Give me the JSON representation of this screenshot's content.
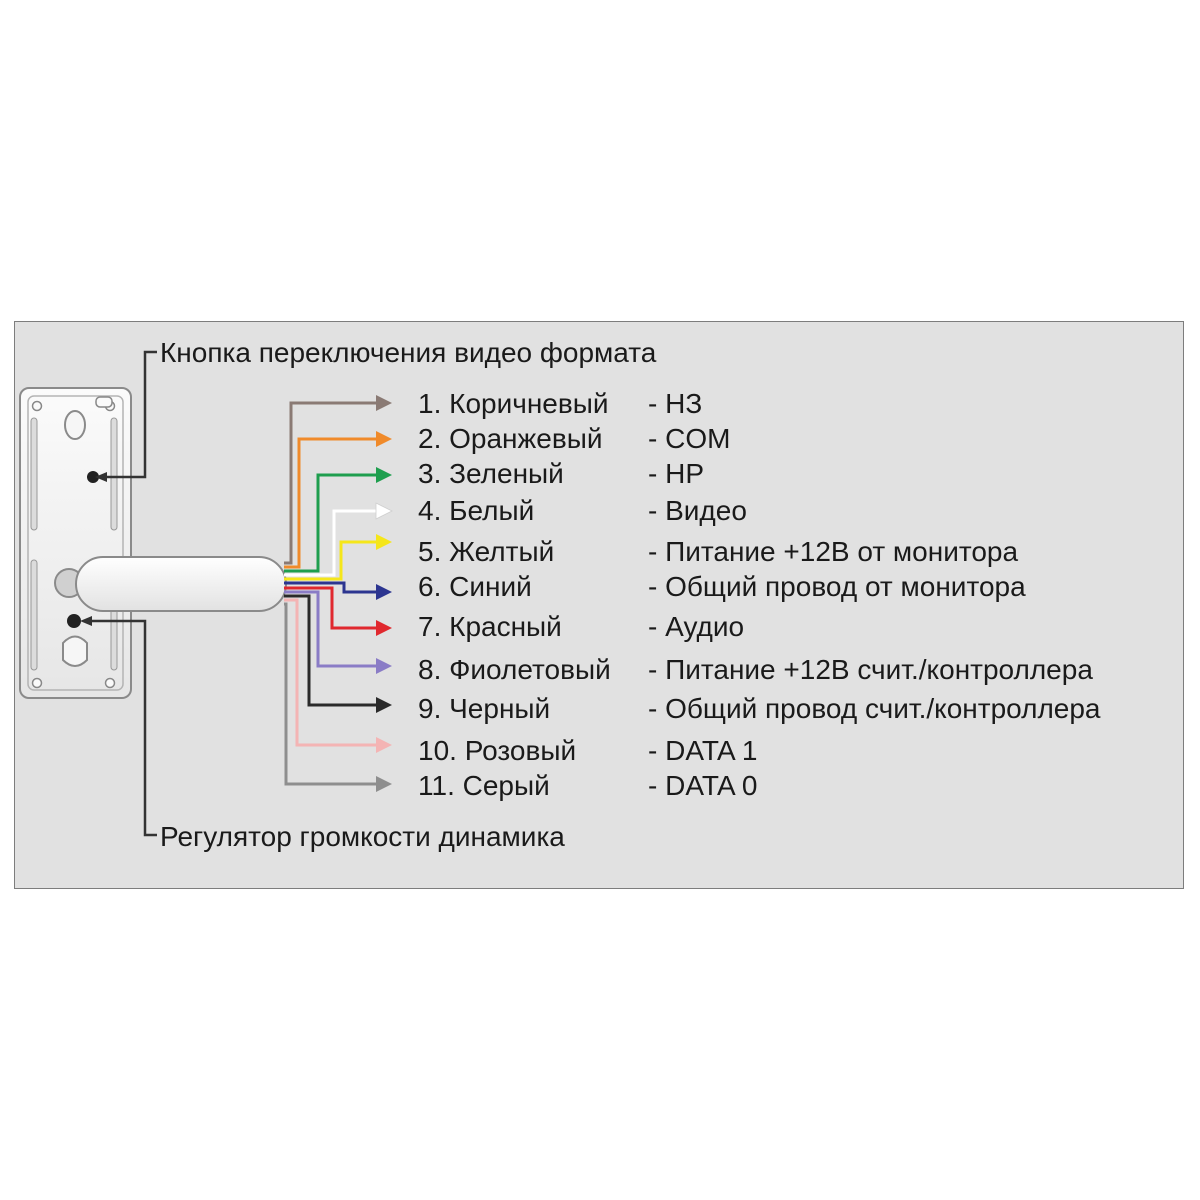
{
  "labels": {
    "video_button": "Кнопка переключения видео формата",
    "volume_knob": "Регулятор громкости динамика"
  },
  "wires": [
    {
      "name": "1. Коричневый",
      "function": "- НЗ",
      "color": "#8a7a74"
    },
    {
      "name": "2. Оранжевый",
      "function": "- COM",
      "color": "#f08a2a"
    },
    {
      "name": "3. Зеленый",
      "function": "- НР",
      "color": "#1e9e4e"
    },
    {
      "name": "4. Белый",
      "function": "- Видео",
      "color": "#ffffff"
    },
    {
      "name": "5. Желтый",
      "function": "- Питание +12В от монитора",
      "color": "#f5e61a"
    },
    {
      "name": "6. Синий",
      "function": "- Общий провод от монитора",
      "color": "#2c3590"
    },
    {
      "name": "7. Красный",
      "function": "- Аудио",
      "color": "#e0282e"
    },
    {
      "name": "8. Фиолетовый",
      "function": "- Питание +12В счит./контроллера",
      "color": "#8a7cc6"
    },
    {
      "name": "9. Черный",
      "function": "- Общий провод счит./контроллера",
      "color": "#2a2a2a"
    },
    {
      "name": "10. Розовый",
      "function": "- DATA 1",
      "color": "#f4b4b4"
    },
    {
      "name": "11. Серый",
      "function": "- DATA 0",
      "color": "#8e8e8e"
    }
  ],
  "colors": {
    "panel": "#e1e1e1",
    "device_body": "#f2f2f2",
    "device_outline": "#8a8a8a",
    "text": "#1a1a1a"
  }
}
